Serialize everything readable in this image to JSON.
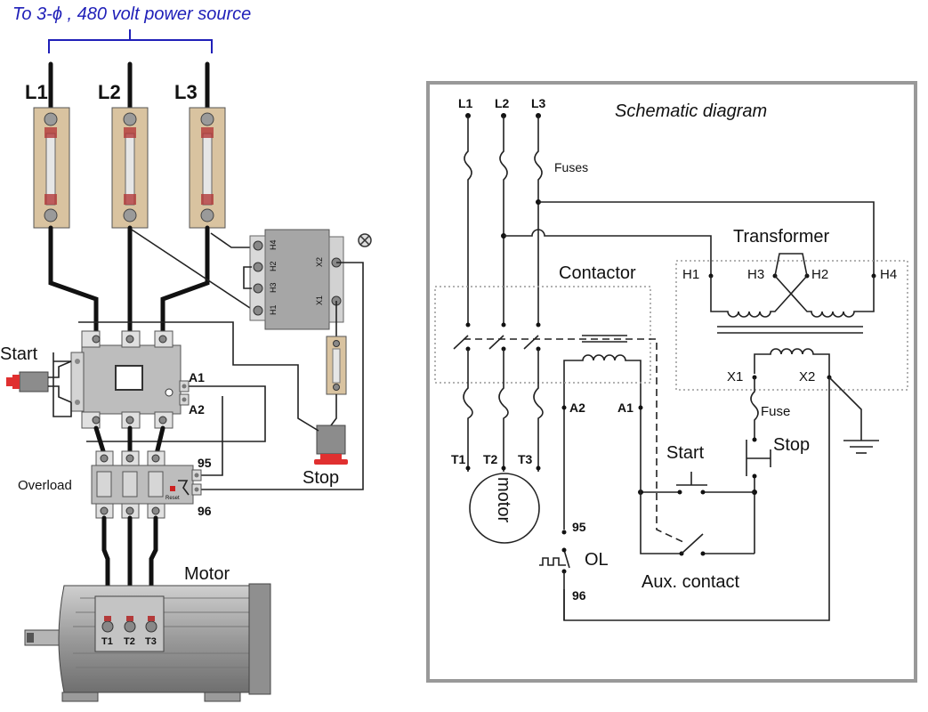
{
  "source_label": "To 3-ϕ , 480 volt power source",
  "pictorial": {
    "line_labels": [
      "L1",
      "L2",
      "L3"
    ],
    "start_label": "Start",
    "stop_label": "Stop",
    "overload_label": "Overload",
    "motor_label": "Motor",
    "contactor_coil_labels": [
      "A1",
      "A2"
    ],
    "overload_contact_labels": [
      "95",
      "96"
    ],
    "transformer_terminals": [
      "H4",
      "H2",
      "H3",
      "H1"
    ],
    "transformer_secondary": [
      "X2",
      "X1"
    ],
    "reset_label": "Reset",
    "motor_terminals": [
      "T1",
      "T2",
      "T3"
    ]
  },
  "schematic": {
    "title": "Schematic diagram",
    "line_labels": [
      "L1",
      "L2",
      "L3"
    ],
    "fuses_label": "Fuses",
    "transformer_label": "Transformer",
    "transformer_terminals": [
      "H1",
      "H3",
      "H2",
      "H4"
    ],
    "contactor_label": "Contactor",
    "secondary_labels": [
      "X1",
      "X2"
    ],
    "fuse_label": "Fuse",
    "coil_labels": [
      "A2",
      "A1"
    ],
    "motor_terminals": [
      "T1",
      "T2",
      "T3"
    ],
    "motor_label": "motor",
    "start_label": "Start",
    "stop_label": "Stop",
    "ol_contact_labels": [
      "95",
      "96"
    ],
    "ol_label": "OL",
    "aux_label": "Aux. contact"
  }
}
